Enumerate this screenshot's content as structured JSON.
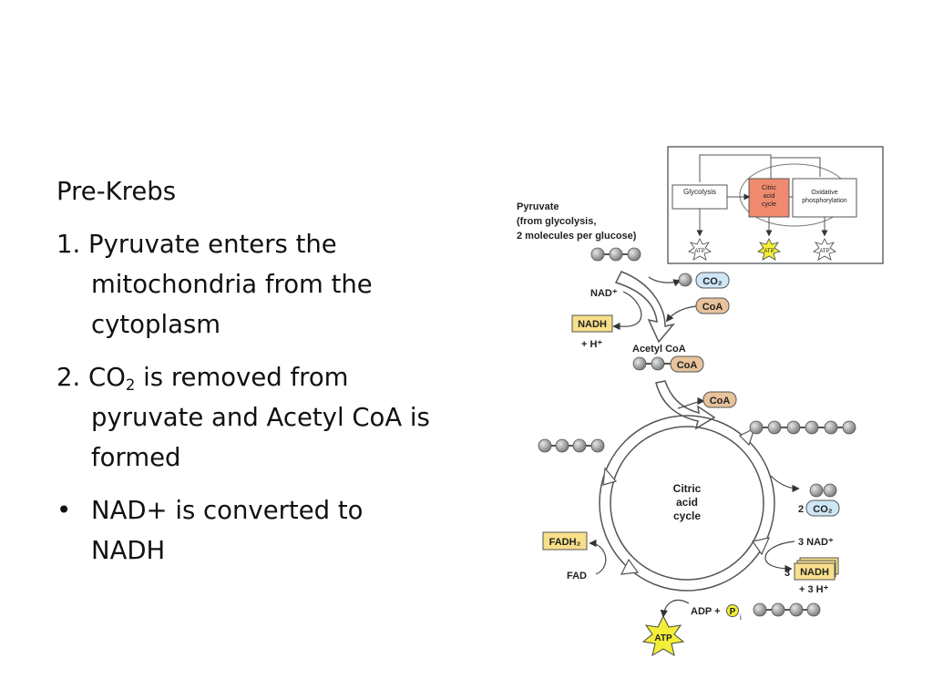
{
  "slide": {
    "heading": "Pre-Krebs",
    "item1_num": "1.",
    "item1_text": "Pyruvate enters the mitochondria from the cytoplasm",
    "item2_num": "2.",
    "item2_pre": "CO",
    "item2_sub": "2",
    "item2_post": "is removed from pyruvate and Acetyl CoA is formed",
    "bullet_symbol": "•",
    "bullet_text": "NAD+ is converted to NADH"
  },
  "figure": {
    "inset": {
      "glycolysis": "Glycolysis",
      "citric_1": "Citric",
      "citric_2": "acid",
      "citric_3": "cycle",
      "oxphos_1": "Oxidative",
      "oxphos_2": "phosphorylation",
      "atp": "ATP"
    },
    "pyruvate_1": "Pyruvate",
    "pyruvate_2": "(from glycolysis,",
    "pyruvate_3": "2 molecules per glucose)",
    "nad_plus": "NAD⁺",
    "nadh": "NADH",
    "h_plus": "+ H⁺",
    "co2": "CO₂",
    "coa": "CoA",
    "acetyl_coa": "Acetyl CoA",
    "cycle_1": "Citric",
    "cycle_2": "acid",
    "cycle_3": "cycle",
    "two": "2",
    "three_nad": "3 NAD⁺",
    "three": "3",
    "three_h": "+ 3 H⁺",
    "fadh2": "FADH₂",
    "fad": "FAD",
    "adp_pi": "ADP +",
    "pi": "P",
    "pi_sub": "i",
    "atp": "ATP"
  },
  "colors": {
    "co2_fill": "#cfe6f7",
    "coa_fill": "#e7c29b",
    "nadh_fill": "#f8df8a",
    "atp_star": "#f3ee3a",
    "citric_box": "#f08a6e",
    "ball": "#9a9a9a"
  }
}
